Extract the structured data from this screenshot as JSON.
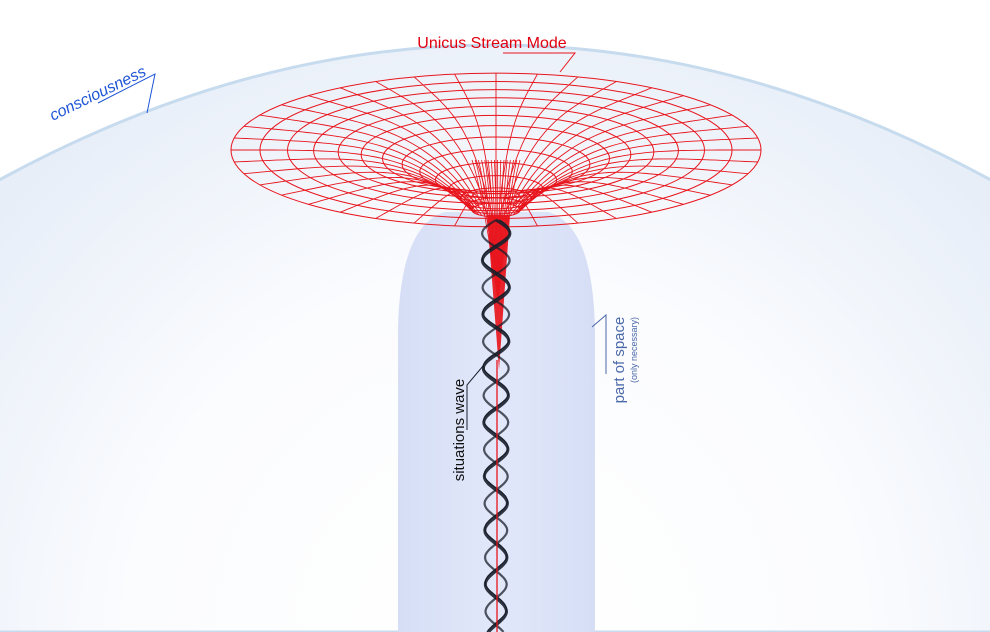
{
  "labels": {
    "top_mode": "Unicus Stream Mode",
    "consciousness": "consciousness",
    "situations_wave": "situations wave",
    "part_of_space": "part of space",
    "only_necessary": "(only necessary)"
  },
  "colors": {
    "funnel_red": "#e8141c",
    "label_red": "#e00010",
    "consciousness_blue": "#1f56d6",
    "space_blue": "#4b68a8",
    "column_fill": "#dfe5f8",
    "sphere_fill": "#f1f5fb",
    "sphere_edge": "#c9dcef",
    "wave_dark": "#1a1f2b"
  }
}
